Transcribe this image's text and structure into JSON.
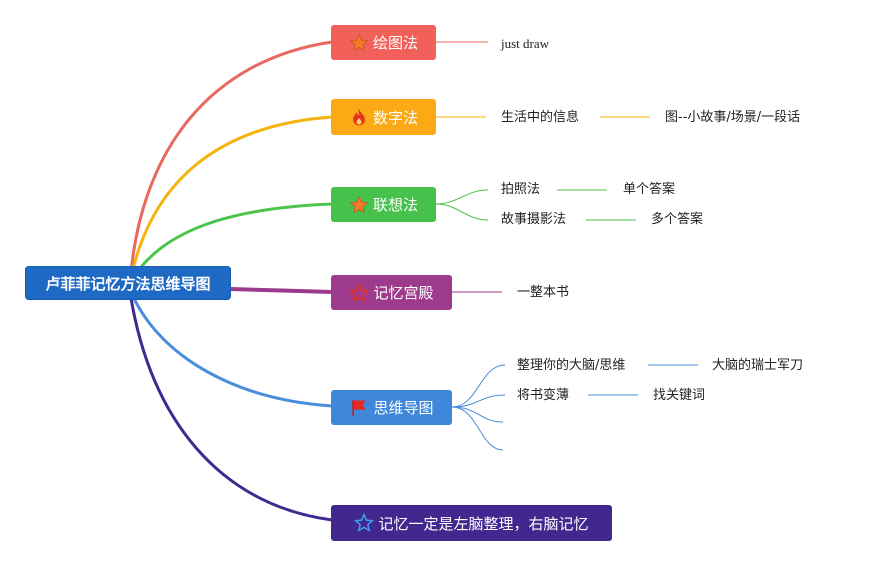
{
  "root": {
    "label": "卢菲菲记忆方法思维导图"
  },
  "branches": [
    {
      "label": "绘图法",
      "icon": "star-icon",
      "color": "#f2605a",
      "line_color": "#e8695f",
      "children": [
        {
          "label": "just draw"
        }
      ]
    },
    {
      "label": "数字法",
      "icon": "fire-icon",
      "color": "#fbaa16",
      "line_color": "#f5b30e",
      "children": [
        {
          "label": "生活中的信息",
          "children": [
            {
              "label": "图--小故事/场景/一段话"
            }
          ]
        }
      ]
    },
    {
      "label": "联想法",
      "icon": "star-icon",
      "color": "#46c14b",
      "line_color": "#4dc44d",
      "children": [
        {
          "label": "拍照法",
          "children": [
            {
              "label": "单个答案"
            }
          ]
        },
        {
          "label": "故事摄影法",
          "children": [
            {
              "label": "多个答案"
            }
          ]
        }
      ]
    },
    {
      "label": "记忆宫殿",
      "icon": "star-outline-icon",
      "color": "#9f3b8c",
      "line_color": "#9a3a8a",
      "children": [
        {
          "label": "一整本书"
        }
      ]
    },
    {
      "label": "思维导图",
      "icon": "flag-icon",
      "color": "#3f87d9",
      "line_color": "#4a8ddb",
      "children": [
        {
          "label": "整理你的大脑/思维",
          "children": [
            {
              "label": "大脑的瑞士军刀"
            }
          ]
        },
        {
          "label": "将书变薄",
          "children": [
            {
              "label": "找关键词"
            }
          ]
        },
        {
          "label": ""
        },
        {
          "label": ""
        }
      ]
    },
    {
      "label": "记忆一定是左脑整理，右脑记忆",
      "icon": "star-outline-icon",
      "color": "#41278e",
      "line_color": "#3f2a8f",
      "children": []
    }
  ]
}
